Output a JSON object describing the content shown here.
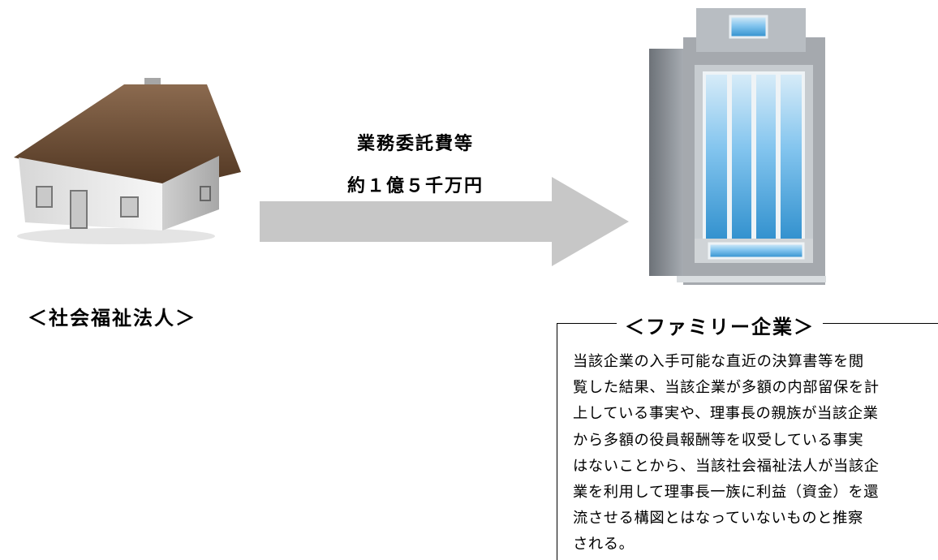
{
  "flow": {
    "payment_title": "業務委託費等",
    "payment_amount": "約１億５千万円"
  },
  "entities": {
    "social_welfare": "＜社会福祉法人＞",
    "family_company": "＜ファミリー企業＞"
  },
  "note": {
    "text": "当該企業の入手可能な直近の決算書等を閲\n覧した結果、当該企業が多額の内部留保を計\n上している事実や、理事長の親族が当該企業\nから多額の役員報酬等を収受している事実\nはないことから、当該社会福祉法人が当該企\n業を利用して理事長一族に利益（資金）を還\n流させる構図とはなっていないものと推察\nされる。"
  },
  "colors": {
    "arrow": "#c7c7c7",
    "roof": "#6a4b32",
    "wall": "#ececec",
    "building_frame": "#8e9298",
    "glass": "#4aa3d8"
  }
}
